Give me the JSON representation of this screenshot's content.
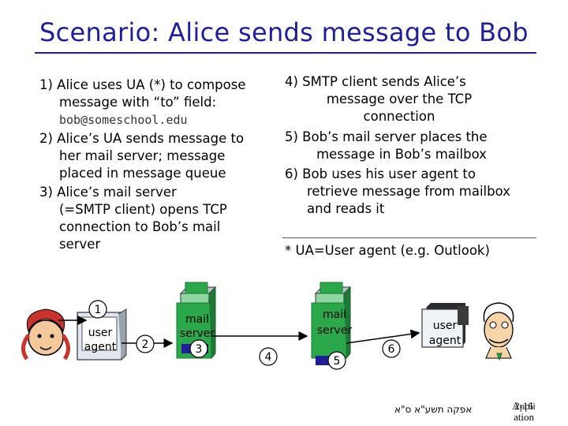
{
  "title": "Scenario: Alice sends message to Bob",
  "left_steps": [
    {
      "lines": [
        "1) Alice uses UA (*) to compose",
        "message with “to” field:"
      ],
      "mono": "bob@someschool.edu"
    },
    {
      "lines": [
        "2) Alice’s UA sends message to",
        "her mail server; message",
        "placed in message queue"
      ]
    },
    {
      "lines": [
        "3) Alice’s mail server",
        "(=SMTP client) opens TCP",
        "connection to Bob’s mail",
        "server"
      ]
    }
  ],
  "right_steps": [
    {
      "lines": [
        "4) SMTP client sends Alice’s",
        "message over the TCP",
        "connection"
      ]
    },
    {
      "lines": [
        "5) Bob’s mail server places the",
        "message in Bob’s mailbox"
      ]
    },
    {
      "lines": [
        "6) Bob uses his user agent to",
        "retrieve message from mailbox",
        "and reads it"
      ]
    }
  ],
  "footnote": "* UA=User agent (e.g. Outlook)",
  "diagram": {
    "alice_agent": {
      "line1": "user",
      "line2": "agent"
    },
    "alice_server": {
      "line1": "mail",
      "line2": "server"
    },
    "bob_server": {
      "line1": "mail",
      "line2": "server"
    },
    "bob_agent": {
      "line1": "user",
      "line2": "agent"
    },
    "step_numbers": [
      "1",
      "2",
      "3",
      "4",
      "5",
      "6"
    ]
  },
  "footer": {
    "hebrew": "אפקה תשע\"א ס\"א",
    "page_line1": "2-16",
    "page_line2a": "Appli",
    "page_line2b": "ation"
  },
  "colors": {
    "title": "#1f1f9a",
    "server_body": "#2aa84a",
    "server_dark": "#1c7a36",
    "agent_box": "#eef3f8"
  }
}
